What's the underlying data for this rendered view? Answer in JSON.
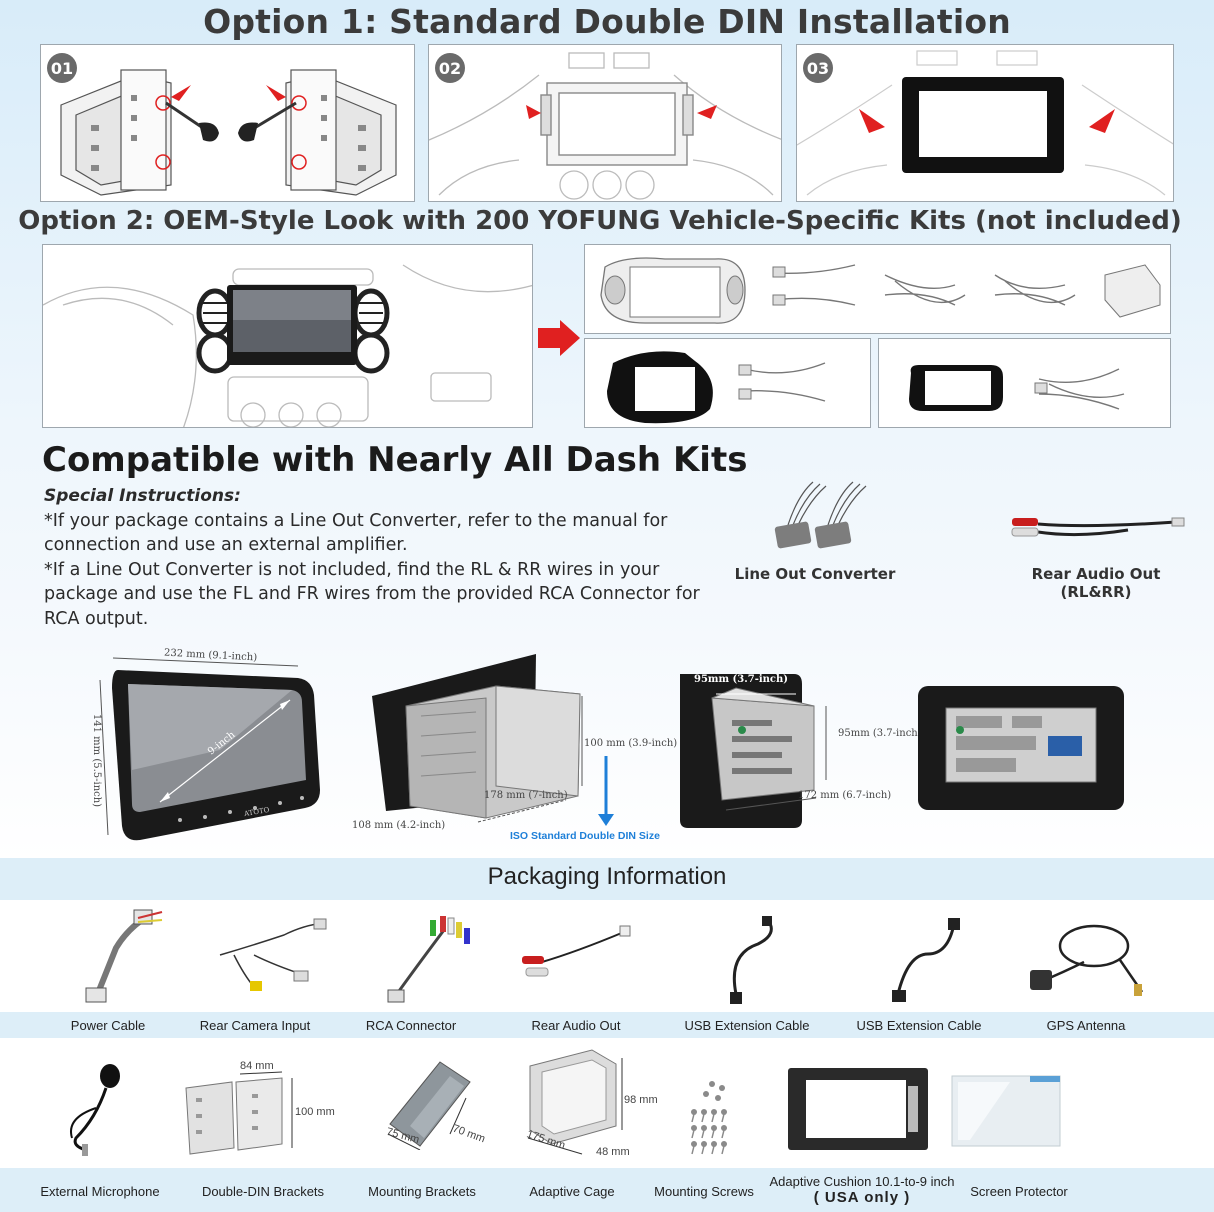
{
  "option1": {
    "title": "Option 1: Standard Double DIN Installation",
    "steps": [
      "01",
      "02",
      "03"
    ]
  },
  "option2": {
    "title": "Option 2: OEM-Style Look with 200 YOFUNG Vehicle-Specific Kits (not included)"
  },
  "compat": {
    "title": "Compatible with Nearly All Dash Kits",
    "instructions_heading": "Special Instructions:",
    "instruction_1": "*If your package contains a Line Out Converter, refer to the manual for connection and use an external amplifier.",
    "instruction_2": "*If a Line Out Converter is not included, find the RL & RR wires in your package and use the FL and FR wires from the provided RCA Connector for RCA output.",
    "line_out_label": "Line Out Converter",
    "rear_audio_label_1": "Rear Audio Out",
    "rear_audio_label_2": "(RL&RR)"
  },
  "dimensions": {
    "width": "232 mm (9.1-inch)",
    "height": "141 mm (5.5-inch)",
    "diagonal": "9-inch",
    "depth": "100 mm (3.9-inch)",
    "din_width": "178 mm (7-inch)",
    "din_height": "108 mm (4.2-inch)",
    "iso": "ISO Standard Double DIN Size",
    "body_width": "95mm (3.7-inch)",
    "body_height": "95mm (3.7-inch)",
    "body_depth": "172 mm (6.7-inch)",
    "brand": "ATOTO"
  },
  "packaging": {
    "title": "Packaging Information",
    "row1": [
      "Power Cable",
      "Rear Camera Input",
      "RCA Connector",
      "Rear Audio Out",
      "USB Extension Cable",
      "USB Extension Cable",
      "GPS Antenna"
    ],
    "row2": [
      "External Microphone",
      "Double-DIN Brackets",
      "Mounting Brackets",
      "Adaptive Cage",
      "Mounting Screws",
      "Adaptive Cushion 10.1-to-9 inch",
      "Screen Protector"
    ],
    "usa_only": "( USA only )",
    "dims": {
      "brackets_w": "84 mm",
      "brackets_h": "100 mm",
      "mount_a": "75 mm",
      "mount_b": "70 mm",
      "cage_w": "175 mm",
      "cage_h": "98 mm",
      "cage_d": "48 mm"
    }
  },
  "colors": {
    "accent_red": "#e02020",
    "iso_blue": "#1e7fd8",
    "band_blue": "#ddeef8"
  }
}
